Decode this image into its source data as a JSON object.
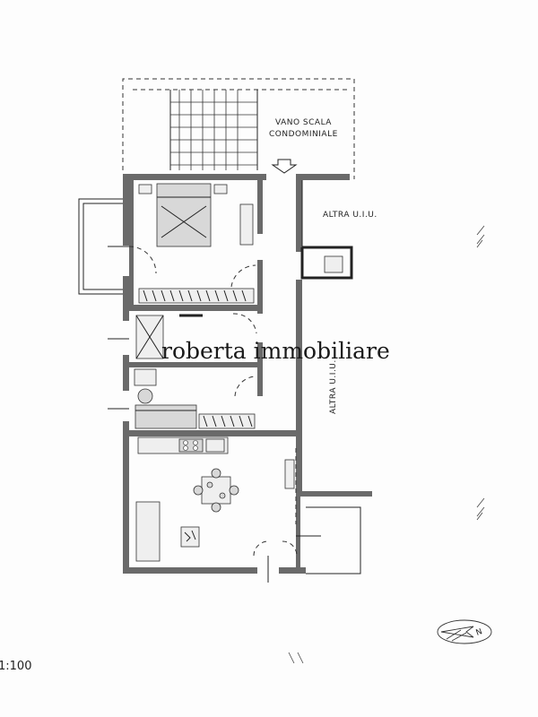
{
  "plan": {
    "labels": {
      "stair_line1": "VANO SCALA",
      "stair_line2": "CONDOMINIALE",
      "altra_top": "ALTRA U.I.U.",
      "altra_side": "ALTRA U.I.U."
    },
    "watermark": "roberta immobiliare",
    "scale_text": "1:100",
    "colors": {
      "wall": "#6a6a6a",
      "line": "#222222",
      "furniture": "#d8d8d8"
    },
    "icons": [
      "entrance-arrow-icon",
      "north-compass-icon"
    ]
  }
}
